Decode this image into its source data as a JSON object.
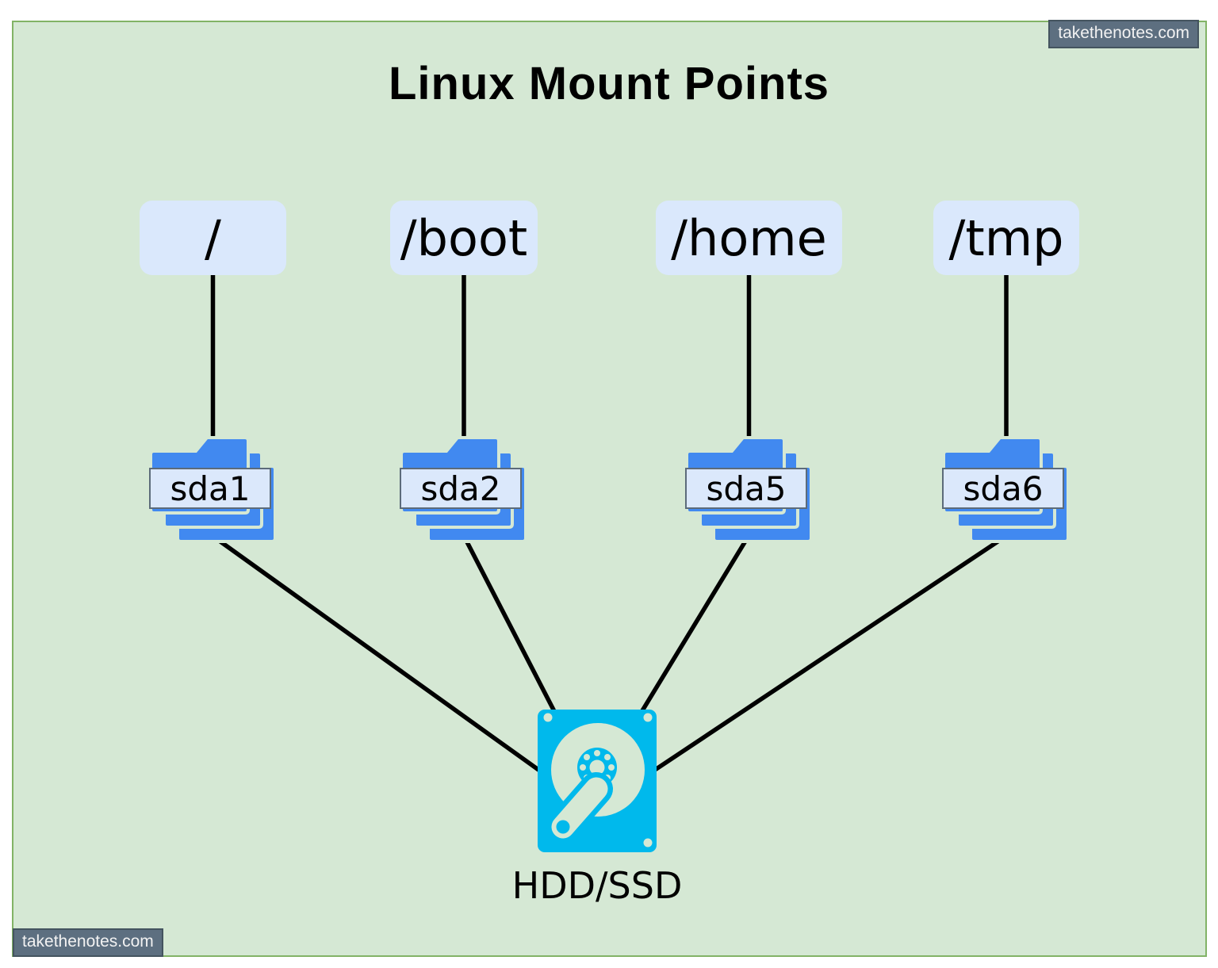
{
  "title": "Linux Mount Points",
  "watermark": "takethenotes.com",
  "mounts": [
    {
      "label": "/"
    },
    {
      "label": "/boot"
    },
    {
      "label": "/home"
    },
    {
      "label": "/tmp"
    }
  ],
  "partitions": [
    {
      "label": "sda1"
    },
    {
      "label": "sda2"
    },
    {
      "label": "sda5"
    },
    {
      "label": "sda6"
    }
  ],
  "hdd": {
    "label": "HDD/SSD"
  },
  "colors": {
    "panel_bg": "#d5e8d4",
    "panel_border": "#82b366",
    "mount_bg": "#dae8fc",
    "folder_blue": "#4189f0",
    "band_bg": "#dbe8fb",
    "band_border": "#5c6b7a",
    "edge": "#000000",
    "hdd_cyan": "#00b9ec",
    "watermark_bg": "#5d6f80",
    "watermark_border": "#44545f",
    "watermark_text": "#f2f2f2"
  }
}
